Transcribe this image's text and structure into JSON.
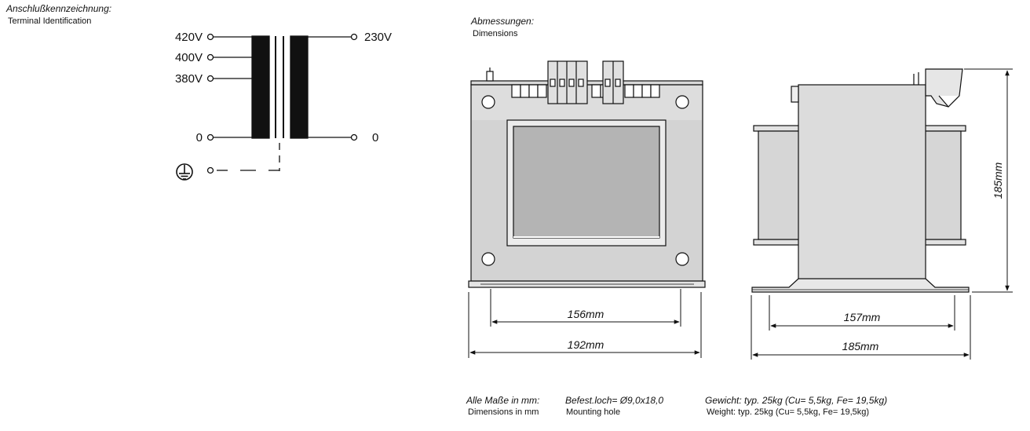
{
  "terminal": {
    "title_de": "Anschlußkennzeichnung:",
    "title_en": "Terminal Identification",
    "primary": [
      "420V",
      "400V",
      "380V",
      "0"
    ],
    "secondary": [
      "230V",
      "0"
    ]
  },
  "dimensions": {
    "title_de": "Abmessungen:",
    "title_en": "Dimensions",
    "front_inner_width": "156mm",
    "front_outer_width": "192mm",
    "side_inner_width": "157mm",
    "side_outer_width": "185mm",
    "height": "185mm"
  },
  "footer": {
    "units_de": "Alle Maße in mm:",
    "units_en": "Dimensions in mm",
    "hole_de": "Befest.loch= Ø9,0x18,0",
    "hole_en": "Mounting hole",
    "weight_de": "Gewicht: typ. 25kg  (Cu= 5,5kg, Fe= 19,5kg)",
    "weight_en": "Weight: typ. 25kg (Cu= 5,5kg, Fe= 19,5kg)"
  }
}
